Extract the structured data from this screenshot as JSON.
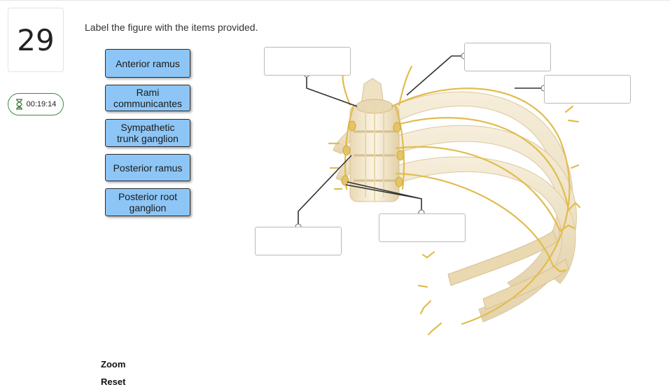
{
  "question": {
    "number": "29",
    "instruction": "Label the figure with the items provided."
  },
  "timer": {
    "value": "00:19:14",
    "icon": "hourglass-icon",
    "border_color": "#3f8a3f"
  },
  "label_bank": [
    {
      "text": "Anterior ramus"
    },
    {
      "text": "Rami communicantes"
    },
    {
      "text": "Sympathetic trunk ganglion"
    },
    {
      "text": "Posterior ramus"
    },
    {
      "text": "Posterior root ganglion"
    }
  ],
  "drop_targets": [
    {
      "label": ""
    },
    {
      "label": ""
    },
    {
      "label": ""
    },
    {
      "label": ""
    },
    {
      "label": ""
    }
  ],
  "controls": {
    "zoom": "Zoom",
    "reset": "Reset"
  },
  "colors": {
    "chip": "#8dc6f6",
    "nerve": "#e2bc4e",
    "bone": "#efe3c6"
  }
}
